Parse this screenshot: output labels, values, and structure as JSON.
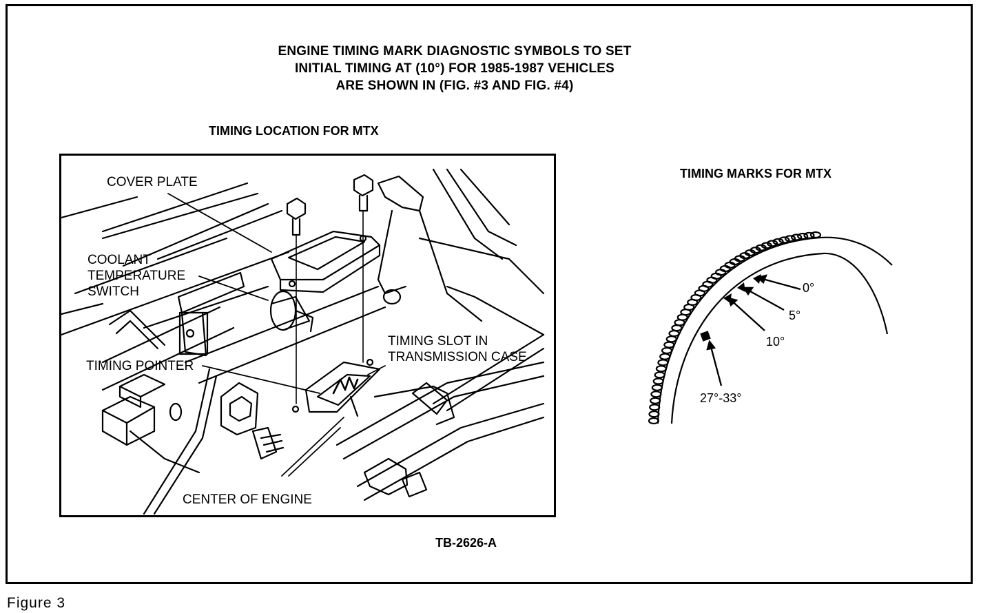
{
  "header": {
    "title_lines": [
      "ENGINE TIMING MARK DIAGNOSTIC SYMBOLS TO SET",
      "INITIAL TIMING AT (10°) FOR 1985-1987 VEHICLES",
      "ARE SHOWN IN (FIG. #3 AND FIG. #4)"
    ]
  },
  "left_figure": {
    "heading": "TIMING LOCATION FOR MTX",
    "callouts": {
      "cover_plate": "COVER PLATE",
      "coolant": [
        "COOLANT",
        "TEMPERATURE",
        "SWITCH"
      ],
      "timing_slot": [
        "TIMING SLOT IN",
        "TRANSMISSION CASE"
      ],
      "timing_pointer": "TIMING POINTER",
      "center_of_engine": "CENTER OF ENGINE"
    }
  },
  "right_figure": {
    "heading": "TIMING MARKS FOR MTX",
    "marks": [
      "0°",
      "5°",
      "10°",
      "27°-33°"
    ]
  },
  "reference_code": "TB-2626-A",
  "caption": "Figure 3"
}
